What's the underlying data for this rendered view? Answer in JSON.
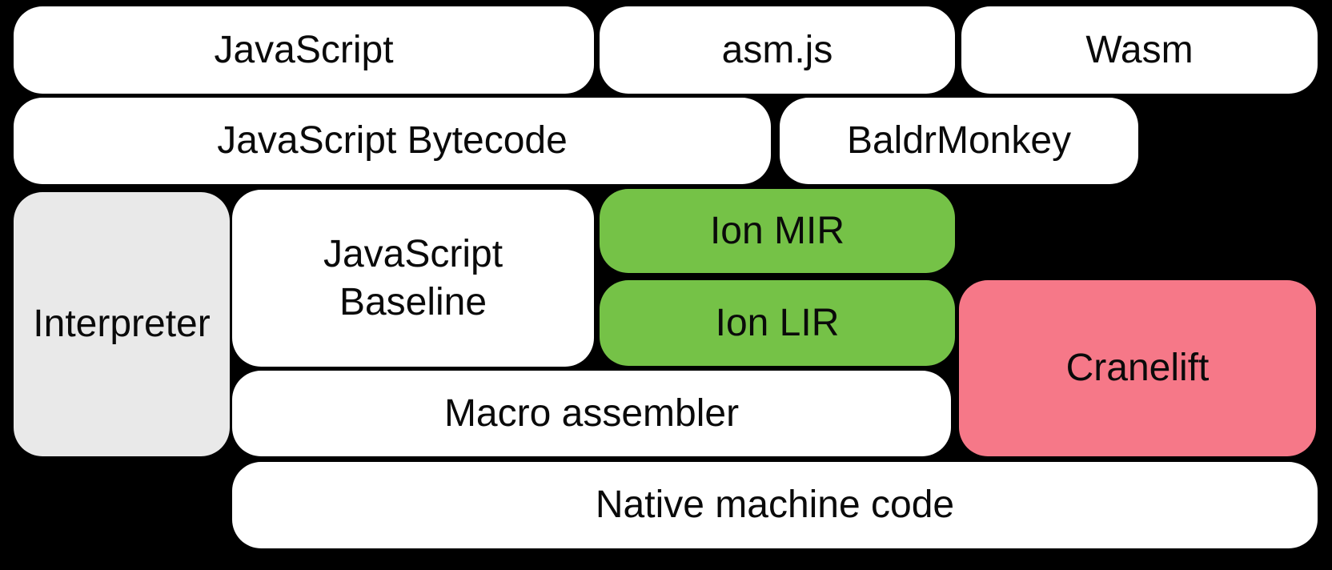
{
  "colors": {
    "background": "#000000",
    "node_default": "#ffffff",
    "interpreter_fill": "#e9e9e9",
    "ion_fill": "#75c247",
    "cranelift_fill": "#f67888",
    "text": "#0a0a0a"
  },
  "nodes": {
    "javascript": {
      "label": "JavaScript",
      "fill": "#ffffff"
    },
    "asmjs": {
      "label": "asm.js",
      "fill": "#ffffff"
    },
    "wasm": {
      "label": "Wasm",
      "fill": "#ffffff"
    },
    "js_bytecode": {
      "label": "JavaScript Bytecode",
      "fill": "#ffffff"
    },
    "baldrmonkey": {
      "label": "BaldrMonkey",
      "fill": "#ffffff"
    },
    "interpreter": {
      "label": "Interpreter",
      "fill": "#e9e9e9"
    },
    "js_baseline": {
      "label": "JavaScript Baseline",
      "fill": "#ffffff"
    },
    "ion_mir": {
      "label": "Ion MIR",
      "fill": "#75c247"
    },
    "ion_lir": {
      "label": "Ion LIR",
      "fill": "#75c247"
    },
    "cranelift": {
      "label": "Cranelift",
      "fill": "#f67888"
    },
    "macro_assembler": {
      "label": "Macro assembler",
      "fill": "#ffffff"
    },
    "native_machine_code": {
      "label": "Native machine code",
      "fill": "#ffffff"
    }
  }
}
